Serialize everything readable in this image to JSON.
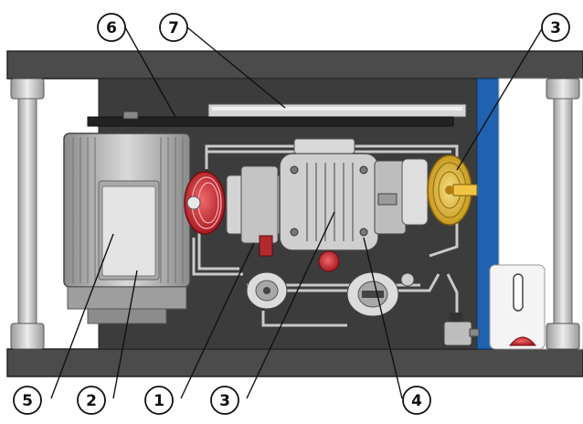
{
  "colors": {
    "frame": "#4a4a4a",
    "panel": "#3d3d3d",
    "motor": "#b8b8b8",
    "flywheel": "#d8333a",
    "fan_gold": "#e9c348",
    "blue_panel": "#1f63b0",
    "tube": "#bdbdbd"
  },
  "callouts": [
    {
      "id": "c6",
      "number": "6"
    },
    {
      "id": "c7",
      "number": "7"
    },
    {
      "id": "c3top",
      "number": "3"
    },
    {
      "id": "c5",
      "number": "5"
    },
    {
      "id": "c2",
      "number": "2"
    },
    {
      "id": "c1",
      "number": "1"
    },
    {
      "id": "c3bottom",
      "number": "3"
    },
    {
      "id": "c4",
      "number": "4"
    }
  ]
}
